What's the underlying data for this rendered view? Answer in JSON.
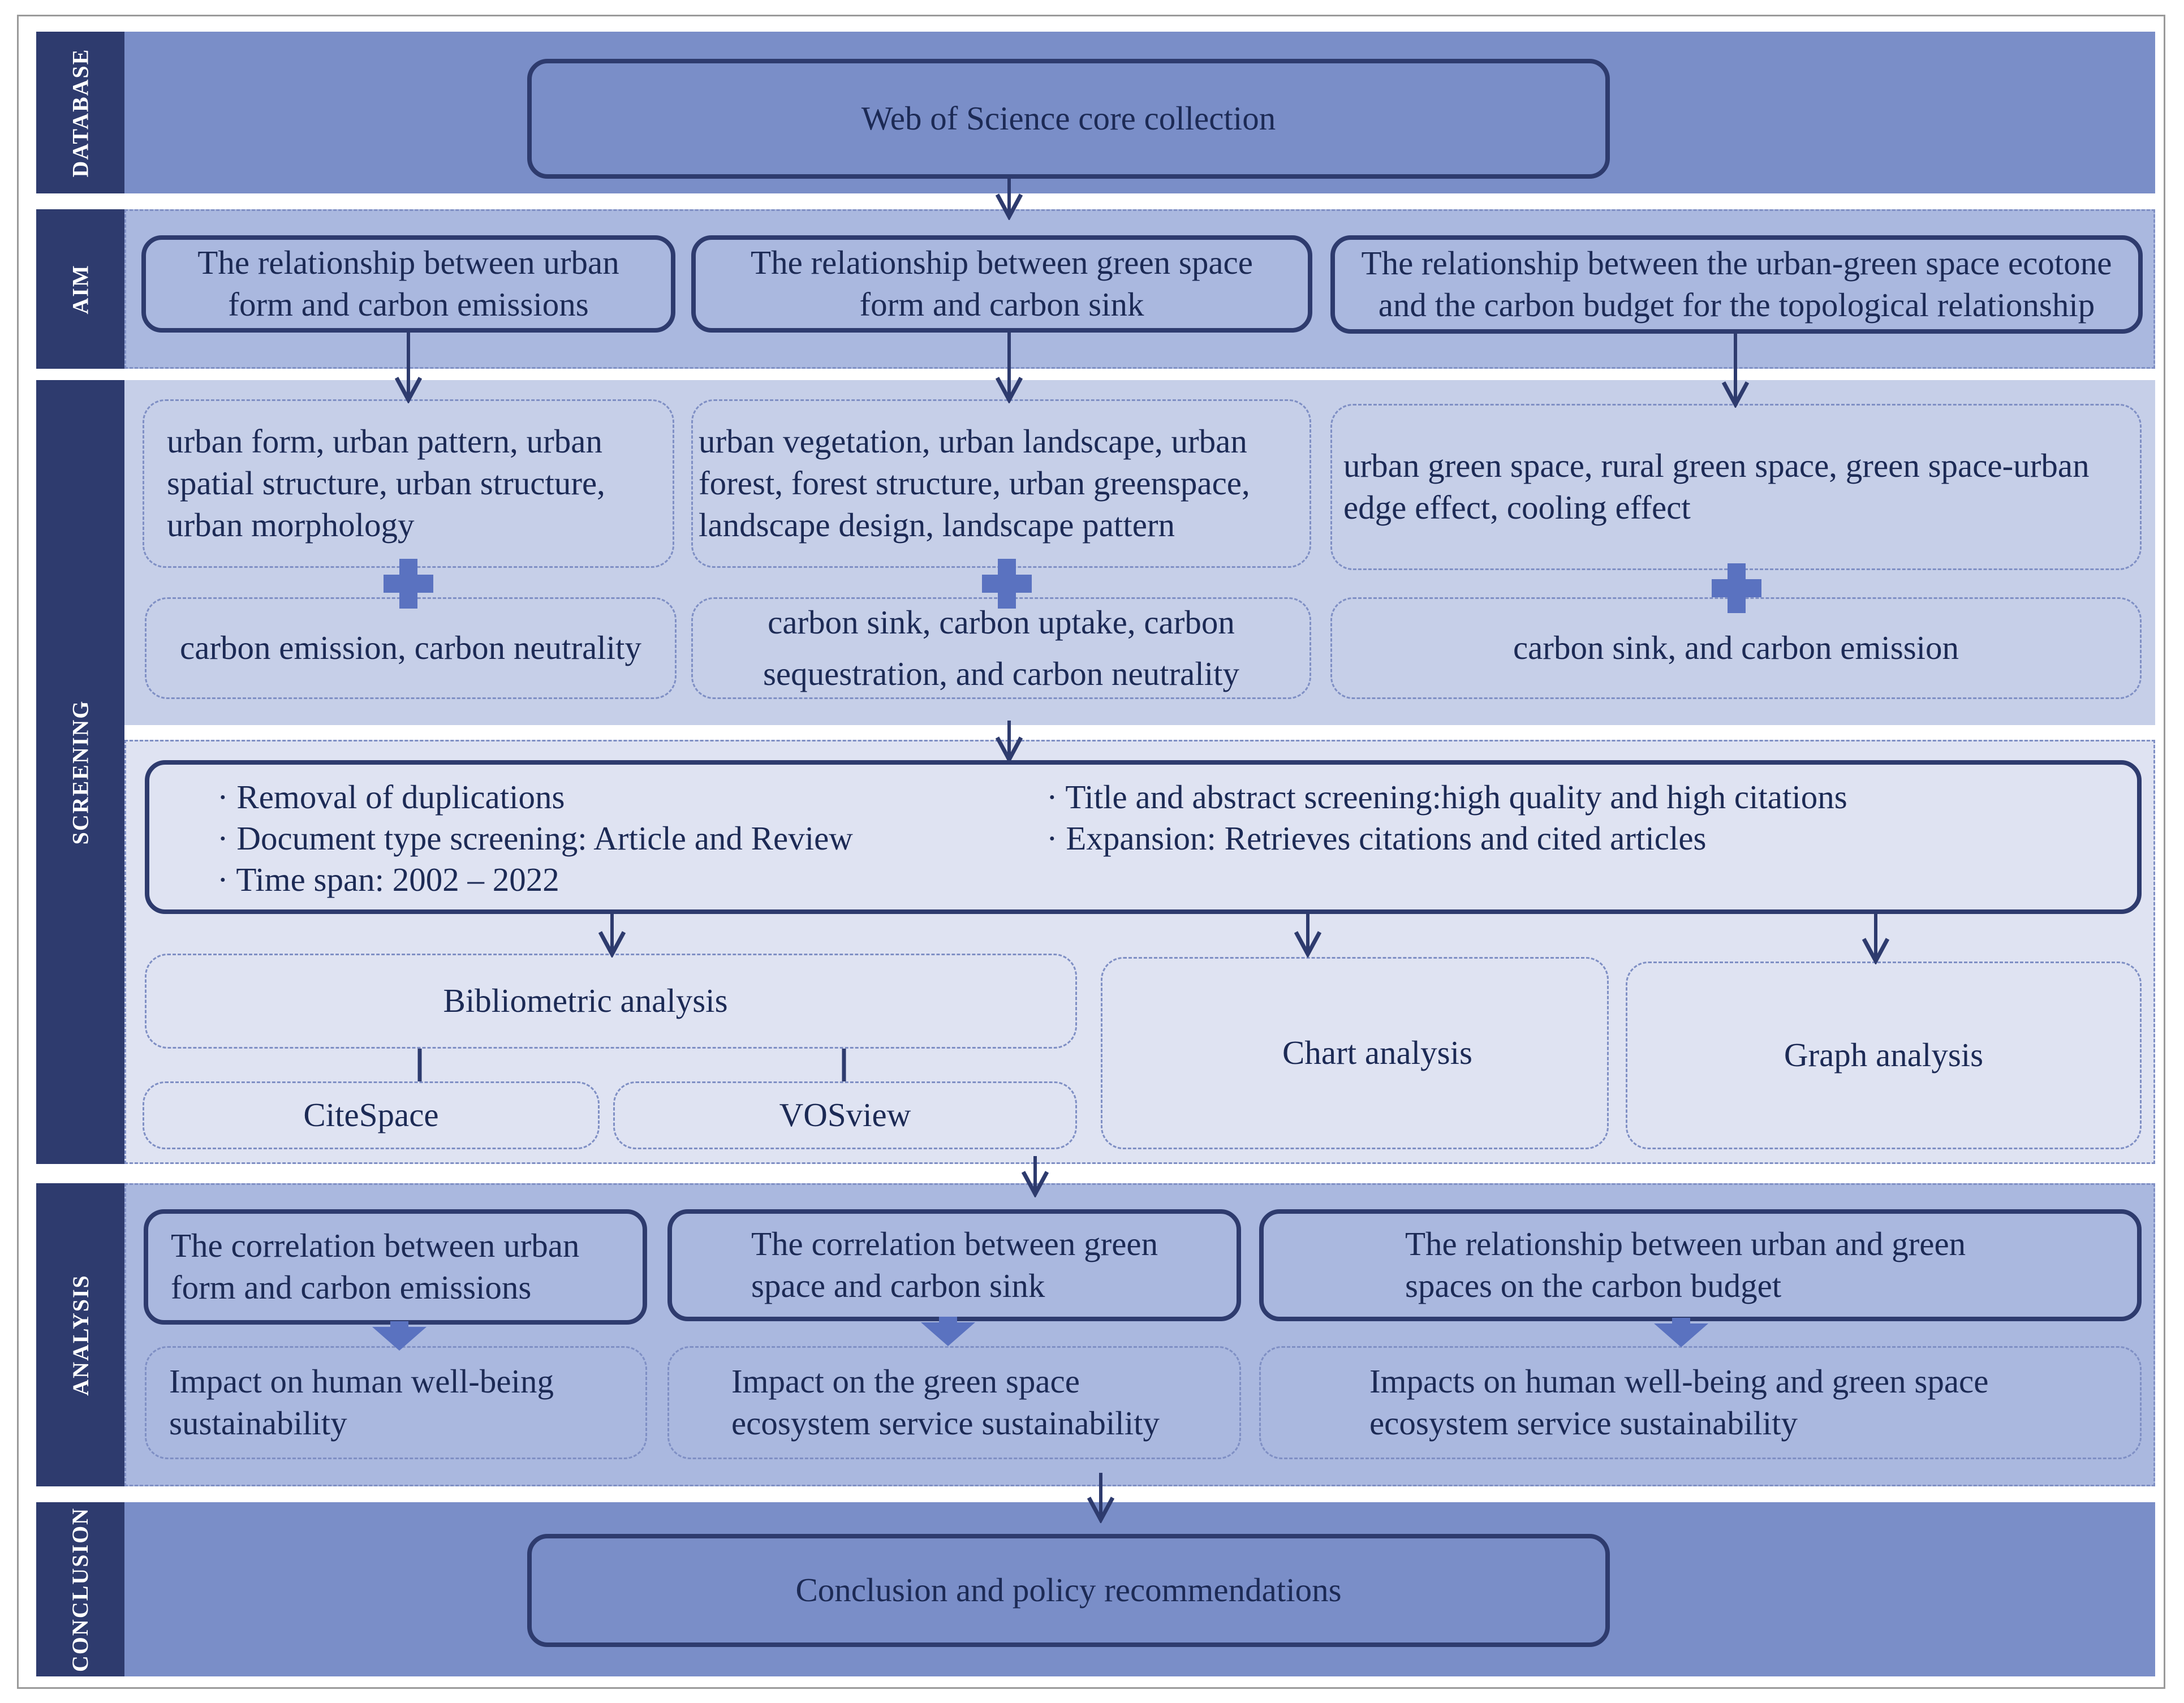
{
  "colors": {
    "sidebar": "#2e3b6e",
    "band_dark": "#7a8ec8",
    "band_mid": "#aab8df",
    "band_light": "#c6cfe8",
    "band_lighter": "#dfe3f2",
    "arrow": "#2e3b6e",
    "connector": "#5a72c0"
  },
  "stages": {
    "database": "DATABASE",
    "aim": "AIM",
    "screening": "SCREENING",
    "analysis": "ANALYSIS",
    "conclusion": "CONCLUSION"
  },
  "database": {
    "source": "Web of Science core collection"
  },
  "aim": {
    "items": [
      "The relationship between urban form and carbon emissions",
      "The relationship between green space form and carbon sink",
      "The relationship between the urban-green space ecotone and the carbon budget for the topological relationship"
    ]
  },
  "screening": {
    "keywords": [
      {
        "form_terms": "urban form, urban pattern, urban spatial structure, urban structure, urban morphology",
        "carbon_terms": "carbon emission, carbon neutrality"
      },
      {
        "form_terms": "urban vegetation, urban landscape, urban forest, forest structure, urban greenspace, landscape design, landscape pattern",
        "carbon_terms": "carbon sink, carbon uptake, carbon sequestration, and carbon neutrality"
      },
      {
        "form_terms": "urban green space, rural green space, green space-urban edge effect, cooling effect",
        "carbon_terms": "carbon sink, and carbon emission"
      }
    ],
    "criteria_left": [
      "· Removal of duplications",
      "· Document type screening: Article and Review",
      "· Time span: 2002 – 2022"
    ],
    "criteria_right": [
      "· Title and abstract screening:high quality and high citations",
      "· Expansion: Retrieves citations and cited articles"
    ],
    "methods": {
      "bibliometric": "Bibliometric analysis",
      "citespace": "CiteSpace",
      "vosview": "VOSview",
      "chart": "Chart analysis",
      "graph": "Graph analysis"
    }
  },
  "analysis": {
    "items": [
      {
        "correlation": "The correlation between urban form and carbon emissions",
        "impact": "Impact on human well-being sustainability"
      },
      {
        "correlation": "The correlation between green space and carbon sink",
        "impact": "Impact on the green space ecosystem service sustainability"
      },
      {
        "correlation": "The relationship between urban and green spaces on the carbon budget",
        "impact": "Impacts on human well-being and green space ecosystem service sustainability"
      }
    ]
  },
  "conclusion": {
    "text": "Conclusion and policy recommendations"
  }
}
